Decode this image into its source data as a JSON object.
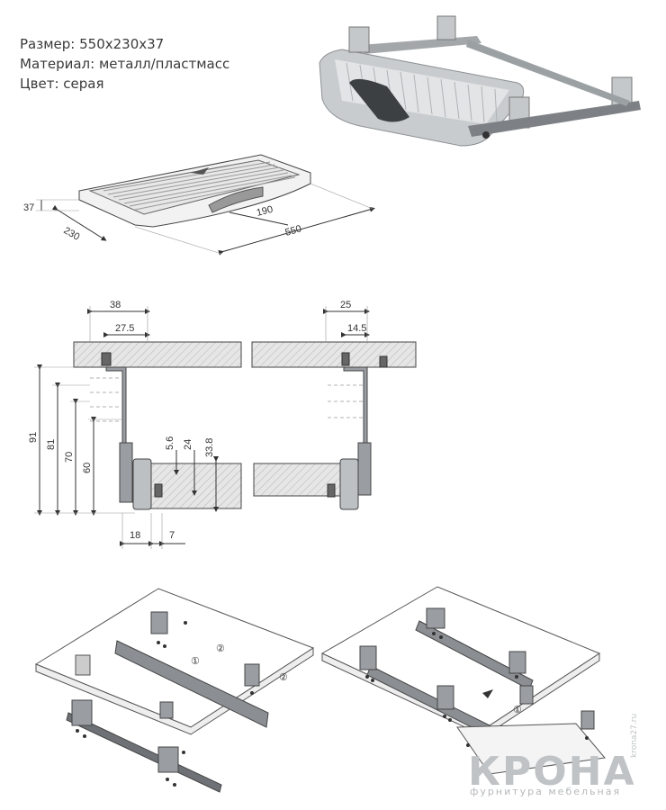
{
  "specs": {
    "size": "Размер: 550x230x37",
    "material": "Материал: металл/пластмасс",
    "color": "Цвет: серая"
  },
  "iso_dims": {
    "height": "37",
    "depth": "230",
    "handle": "190",
    "width": "550"
  },
  "section_dims": {
    "left_top_outer": "38",
    "left_top_inner": "27.5",
    "right_top_outer": "25",
    "right_top_inner": "14.5",
    "h91": "91",
    "h81": "81",
    "h70": "70",
    "h60": "60",
    "v5_6": "5.6",
    "v24": "24",
    "v33_8": "33.8",
    "b18": "18",
    "b7": "7"
  },
  "callouts": {
    "step1": "①",
    "step2": "②"
  },
  "brand": {
    "name": "КРОНА",
    "tagline": "фурнитура мебельная",
    "site": "krona27.ru"
  },
  "colors": {
    "line": "#333333",
    "part": "#9a9ea3",
    "dark_part": "#4a4d50",
    "panel": "#d8d8d8",
    "brand_accent": "#8fd3b8"
  },
  "icons": [
    "keyboard-tray-photo",
    "screw-icon",
    "bracket-icon",
    "arrow-icon"
  ]
}
